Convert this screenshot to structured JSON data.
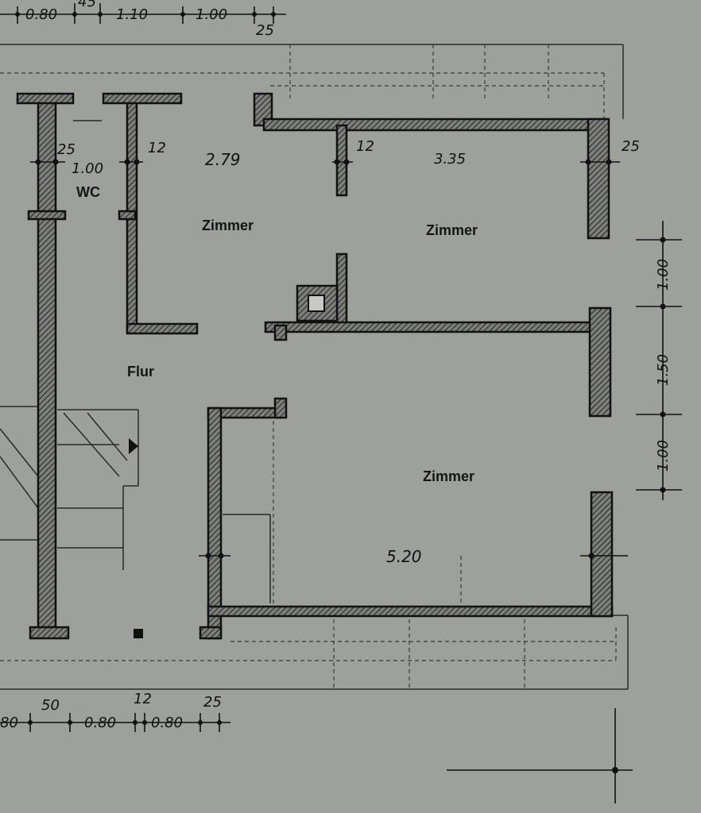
{
  "rooms": {
    "wc": "WC",
    "flur": "Flur",
    "zimmer_left": "Zimmer",
    "zimmer_right": "Zimmer",
    "zimmer_bottom": "Zimmer"
  },
  "dimensions": {
    "top_080": "0.80",
    "top_45": "45",
    "top_110": "1.10",
    "top_100": "1.00",
    "top_25": "25",
    "wall_25_left": "25",
    "wc_100": "1.00",
    "wall_12_left": "12",
    "room_279": "2.79",
    "wall_12_mid": "12",
    "room_335": "3.35",
    "wall_25_right": "25",
    "right_100_top": "1.00",
    "right_150": "1.50",
    "right_100_bottom": "1.00",
    "room_520": "5.20",
    "bottom_80": "80",
    "bottom_50": "50",
    "bottom_080_a": "0.80",
    "bottom_12": "12",
    "bottom_080_b": "0.80",
    "bottom_25": "25"
  },
  "colors": {
    "paper": "#9ea09c",
    "ink": "#111111"
  }
}
